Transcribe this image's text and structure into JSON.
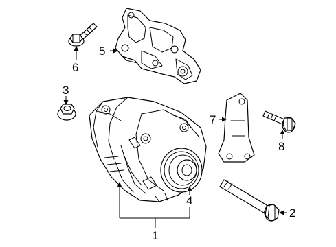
{
  "callouts": {
    "c1": "1",
    "c2": "2",
    "c3": "3",
    "c4": "4",
    "c5": "5",
    "c6": "6",
    "c7": "7",
    "c8": "8"
  },
  "parts": [
    {
      "callout": "1",
      "icon": "alternator-icon"
    },
    {
      "callout": "2",
      "icon": "long-bolt-icon"
    },
    {
      "callout": "3",
      "icon": "hex-nut-icon"
    },
    {
      "callout": "4",
      "icon": "pulley-icon"
    },
    {
      "callout": "5",
      "icon": "mounting-bracket-icon"
    },
    {
      "callout": "6",
      "icon": "flange-bolt-icon"
    },
    {
      "callout": "7",
      "icon": "plate-bracket-icon"
    },
    {
      "callout": "8",
      "icon": "flange-bolt-icon"
    }
  ]
}
